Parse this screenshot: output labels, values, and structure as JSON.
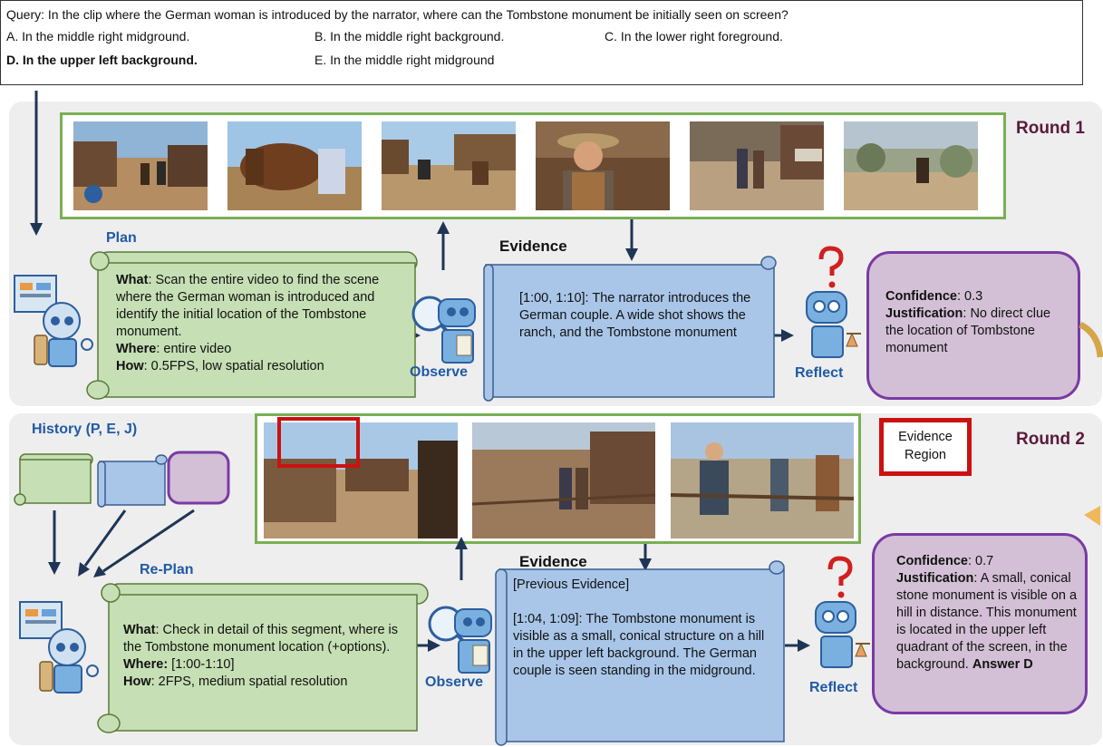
{
  "query": {
    "text": "Query: In the clip where the German woman is introduced by the narrator, where can the Tombstone monument be initially seen on screen?",
    "options": [
      "A. In the middle right midground.",
      "B. In the middle right background.",
      "C. In the lower right foreground.",
      "D. In the upper left background.",
      "E. In the middle right midground"
    ],
    "answer_option_index": 3
  },
  "round1": {
    "label": "Round 1",
    "plan_label": "Plan",
    "plan": {
      "what_key": "What",
      "what_text": ": Scan the entire video to find the scene where the German woman is introduced and identify the initial location of the Tombstone monument.",
      "where_key": "Where",
      "where_text": ": entire video",
      "how_key": "How",
      "how_text": ": 0.5FPS, low spatial resolution"
    },
    "observe_label": "Observe",
    "evidence_label": "Evidence",
    "evidence_text": "[1:00, 1:10]: The narrator introduces the German couple. A wide shot shows the ranch, and the Tombstone monument",
    "reflect_label": "Reflect",
    "confidence_key": "Confidence",
    "confidence_value": ": 0.3",
    "justification_key": "Justification",
    "justification_text": ": No direct clue the location of Tombstone monument"
  },
  "round2": {
    "label": "Round 2",
    "history_label": "History (P, E, J)",
    "evidence_region_label": "Evidence Region",
    "replan_label": "Re-Plan",
    "plan": {
      "what_key": "What",
      "what_text": ": Check in detail of this segment, where is the Tombstone monument location (+options).",
      "where_key": "Where:",
      "where_text": " [1:00-1:10]",
      "how_key": "How",
      "how_text": ": 2FPS, medium spatial resolution"
    },
    "observe_label": "Observe",
    "evidence_label": "Evidence",
    "previous_evidence": "[Previous Evidence]",
    "evidence_text": "[1:04, 1:09]: The Tombstone monument is visible as a small, conical structure on a hill in the upper left background. The German couple is seen standing in the midground.",
    "reflect_label": "Reflect",
    "confidence_key": "Confidence",
    "confidence_value": ": 0.7",
    "justification_key": "Justification",
    "justification_text": ": A small, conical stone monument is visible on a hill in distance. This monument is located in the upper left quadrant of the screen, in the background.",
    "answer_text": "Answer D"
  },
  "colors": {
    "plan_fill": "#c6dfb4",
    "plan_border": "#5a7a3a",
    "evidence_fill": "#a9c6e8",
    "evidence_border": "#3a5f8f",
    "reflect_fill": "#d3bfd6",
    "reflect_border": "#7a3aa5",
    "frame_border": "#7aaf55",
    "region_border": "#cc1111",
    "label_blue": "#1f5aa6",
    "round_label": "#5a1a3a"
  }
}
